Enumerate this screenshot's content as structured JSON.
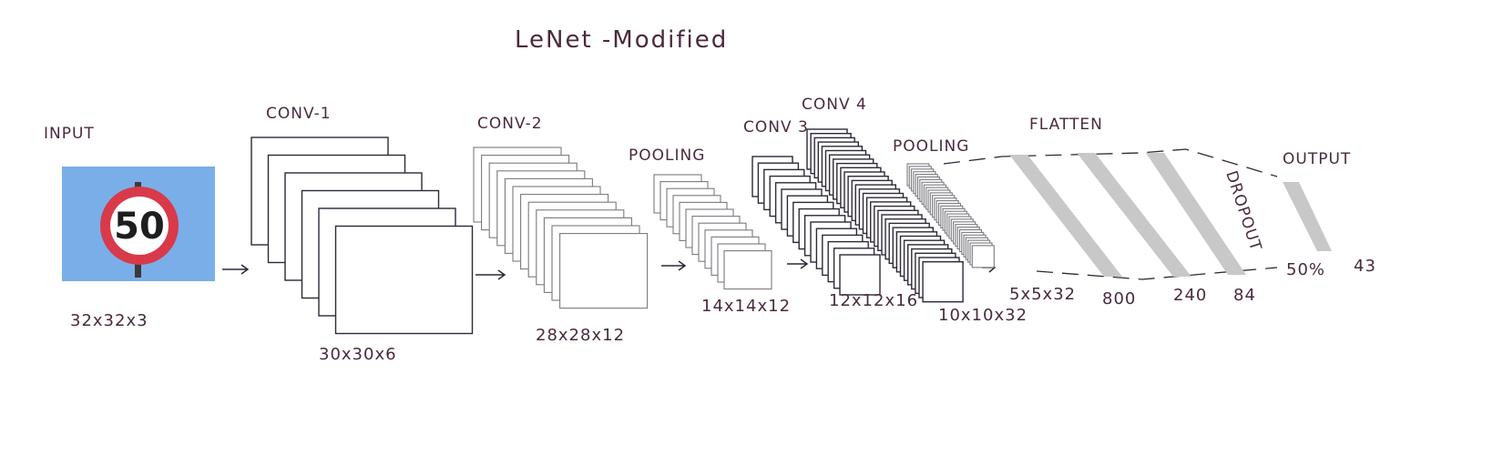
{
  "title": "LeNet -Modified",
  "layers": [
    {
      "name": "INPUT",
      "dims": "32x32x3"
    },
    {
      "name": "CONV-1",
      "dims": "30x30x6"
    },
    {
      "name": "CONV-2",
      "dims": "28x28x12"
    },
    {
      "name": "POOLING",
      "dims": "14x14x12"
    },
    {
      "name": "CONV 3",
      "dims": "12x12x16"
    },
    {
      "name": "CONV 4",
      "dims": "10x10x32"
    },
    {
      "name": "POOLING",
      "dims": "5x5x32"
    }
  ],
  "flatten": {
    "label": "FLATTEN",
    "sizes": [
      "800",
      "240",
      "84"
    ]
  },
  "dropout": {
    "label": "DROPOUT",
    "rate": "50%"
  },
  "output": {
    "label": "OUTPUT",
    "size": "43"
  },
  "input_image": {
    "sign_text": "50",
    "colors": {
      "sky": "#7aaee8",
      "ring": "#d83a4a",
      "face": "#ffffff"
    }
  }
}
